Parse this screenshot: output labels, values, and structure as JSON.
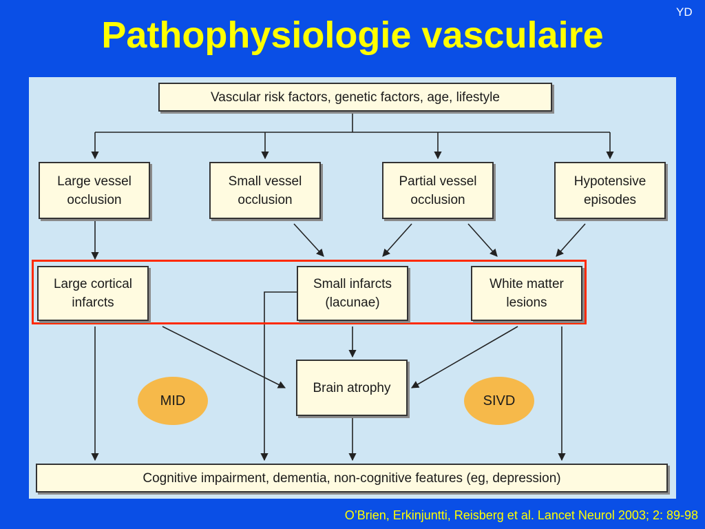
{
  "slide": {
    "title": "Pathophysiologie vasculaire",
    "corner_label": "YD",
    "citation": "O’Brien, Erkinjuntti, Reisberg et al. Lancet Neurol 2003; 2: 89-98"
  },
  "diagram": {
    "top": "Vascular risk factors, genetic factors, age, lifestyle",
    "causes": [
      {
        "line1": "Large vessel",
        "line2": "occlusion"
      },
      {
        "line1": "Small vessel",
        "line2": "occlusion"
      },
      {
        "line1": "Partial vessel",
        "line2": "occlusion"
      },
      {
        "line1": "Hypotensive",
        "line2": "episodes"
      }
    ],
    "lesions": [
      {
        "line1": "Large cortical",
        "line2": "infarcts"
      },
      {
        "line1": "Small infarcts",
        "line2": "(lacunae)"
      },
      {
        "line1": "White matter",
        "line2": "lesions"
      }
    ],
    "atrophy": "Brain atrophy",
    "mid": "MID",
    "sivd": "SIVD",
    "outcome": "Cognitive impairment, dementia, non-cognitive features (eg, depression)"
  },
  "colors": {
    "background": "#0a4fe6",
    "title": "#ffff00",
    "panel": "#cfe6f4",
    "box_fill": "#fffbe0",
    "oval": "#f6b94a",
    "highlight": "#ff2a00"
  }
}
